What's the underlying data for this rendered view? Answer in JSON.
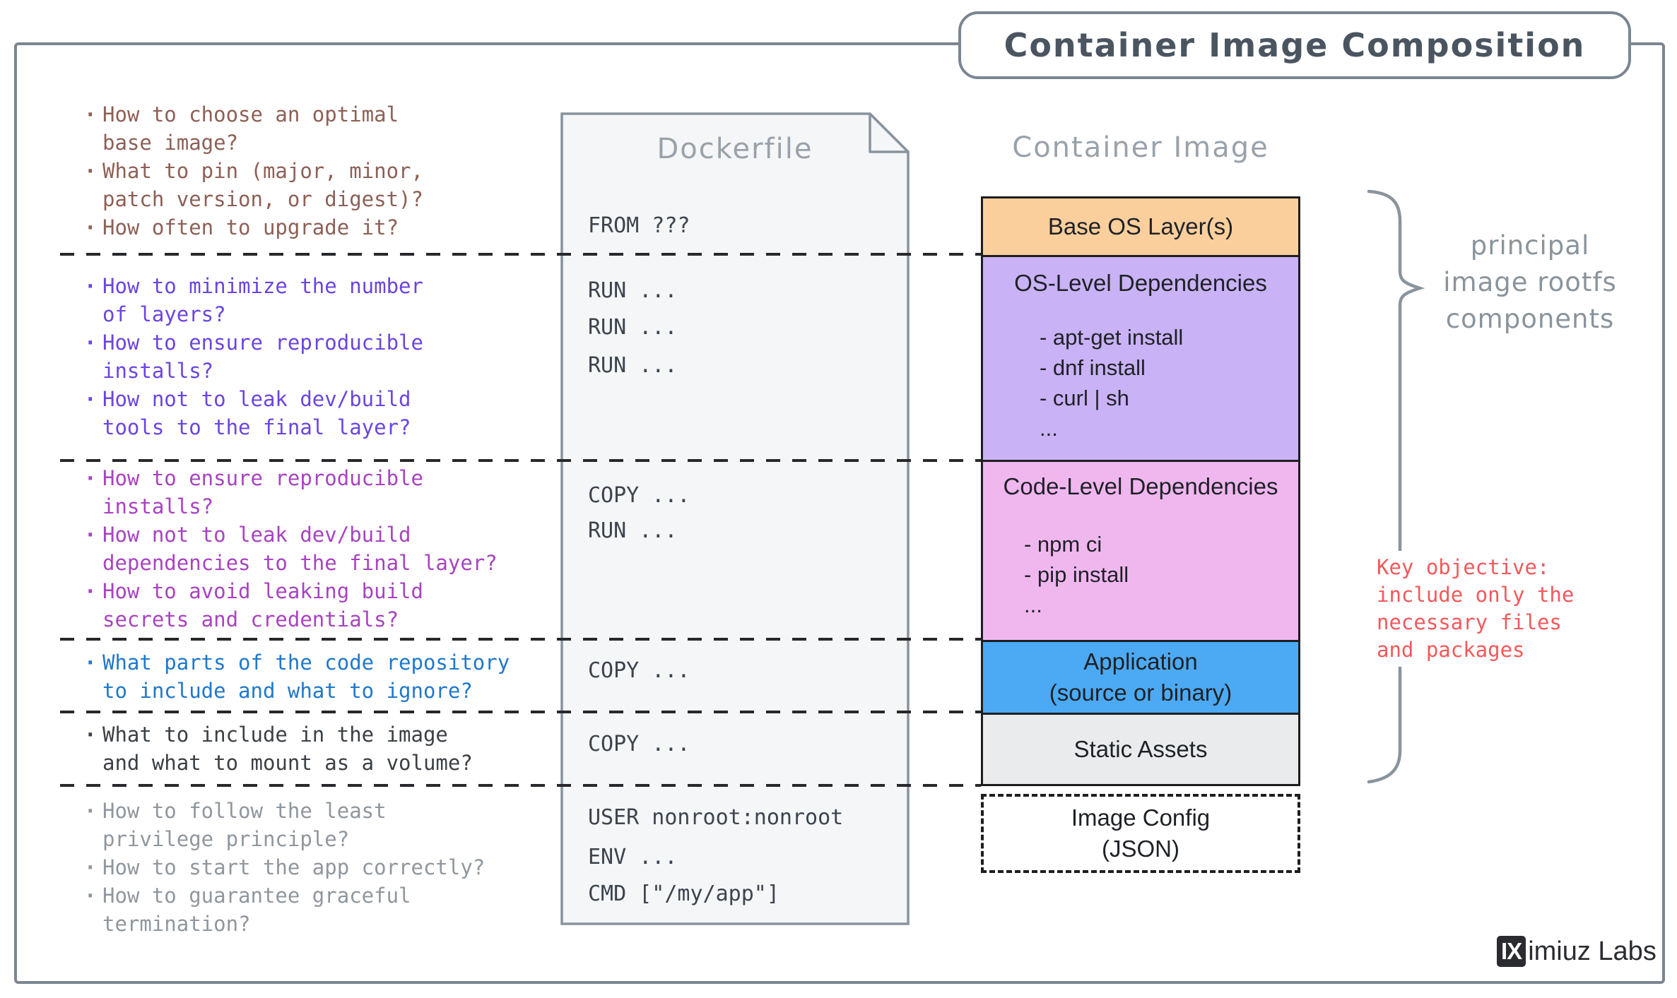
{
  "title": "Container Image Composition",
  "questions": {
    "groups": [
      {
        "color": "#8d6056",
        "items": [
          "How to choose an optimal\nbase image?",
          "What to pin (major, minor,\npatch version, or digest)?",
          "How often to upgrade it?"
        ]
      },
      {
        "color": "#6b45e0",
        "items": [
          "How to minimize the number\nof layers?",
          "How to ensure reproducible\ninstalls?",
          "How not to leak dev/build\ntools to the final layer?"
        ]
      },
      {
        "color": "#a843c0",
        "items": [
          "How to ensure reproducible\ninstalls?",
          "How not to leak dev/build\ndependencies to the final layer?",
          "How to avoid leaking build\nsecrets and credentials?"
        ]
      },
      {
        "color": "#1f78cb",
        "items": [
          "What parts of the code repository\nto include and what to ignore?"
        ]
      },
      {
        "color": "#3b4045",
        "items": [
          "What to include in the image\nand what to mount as a volume?"
        ]
      },
      {
        "color": "#8f979e",
        "items": [
          "How to follow the least\nprivilege principle?",
          "How to start the app correctly?",
          "How to guarantee graceful\ntermination?"
        ]
      }
    ]
  },
  "dockerfile": {
    "label": "Dockerfile",
    "lines": [
      "FROM ???",
      "RUN ...",
      "RUN ...",
      "RUN ...",
      "COPY ...",
      "RUN ...",
      "COPY ...",
      "COPY ...",
      "USER nonroot:nonroot",
      "ENV ...",
      "CMD [\"/my/app\"]"
    ]
  },
  "container_image": {
    "label": "Container Image",
    "layers": [
      {
        "title": "Base OS Layer(s)",
        "color": "#fbcf9c"
      },
      {
        "title": "OS-Level Dependencies",
        "bullets": "- apt-get install\n- dnf install\n- curl | sh\n...",
        "color": "#c9b2f5"
      },
      {
        "title": "Code-Level Dependencies",
        "bullets": "- npm ci\n- pip install\n...",
        "color": "#f0b7ef"
      },
      {
        "title": "Application\n(source or binary)",
        "color": "#4caaf4"
      },
      {
        "title": "Static Assets",
        "color": "#e9ebed"
      },
      {
        "title": "Image Config\n(JSON)",
        "color": "transparent"
      }
    ]
  },
  "annotations": {
    "brace_label": "principal\nimage rootfs\ncomponents",
    "key_objective": "Key objective:\ninclude only the\nnecessary files\nand packages",
    "key_objective_color": "#f2595c",
    "annotation_gray": "#8a949c"
  },
  "logo": {
    "box": "IX",
    "rest": "imiuz Labs"
  }
}
